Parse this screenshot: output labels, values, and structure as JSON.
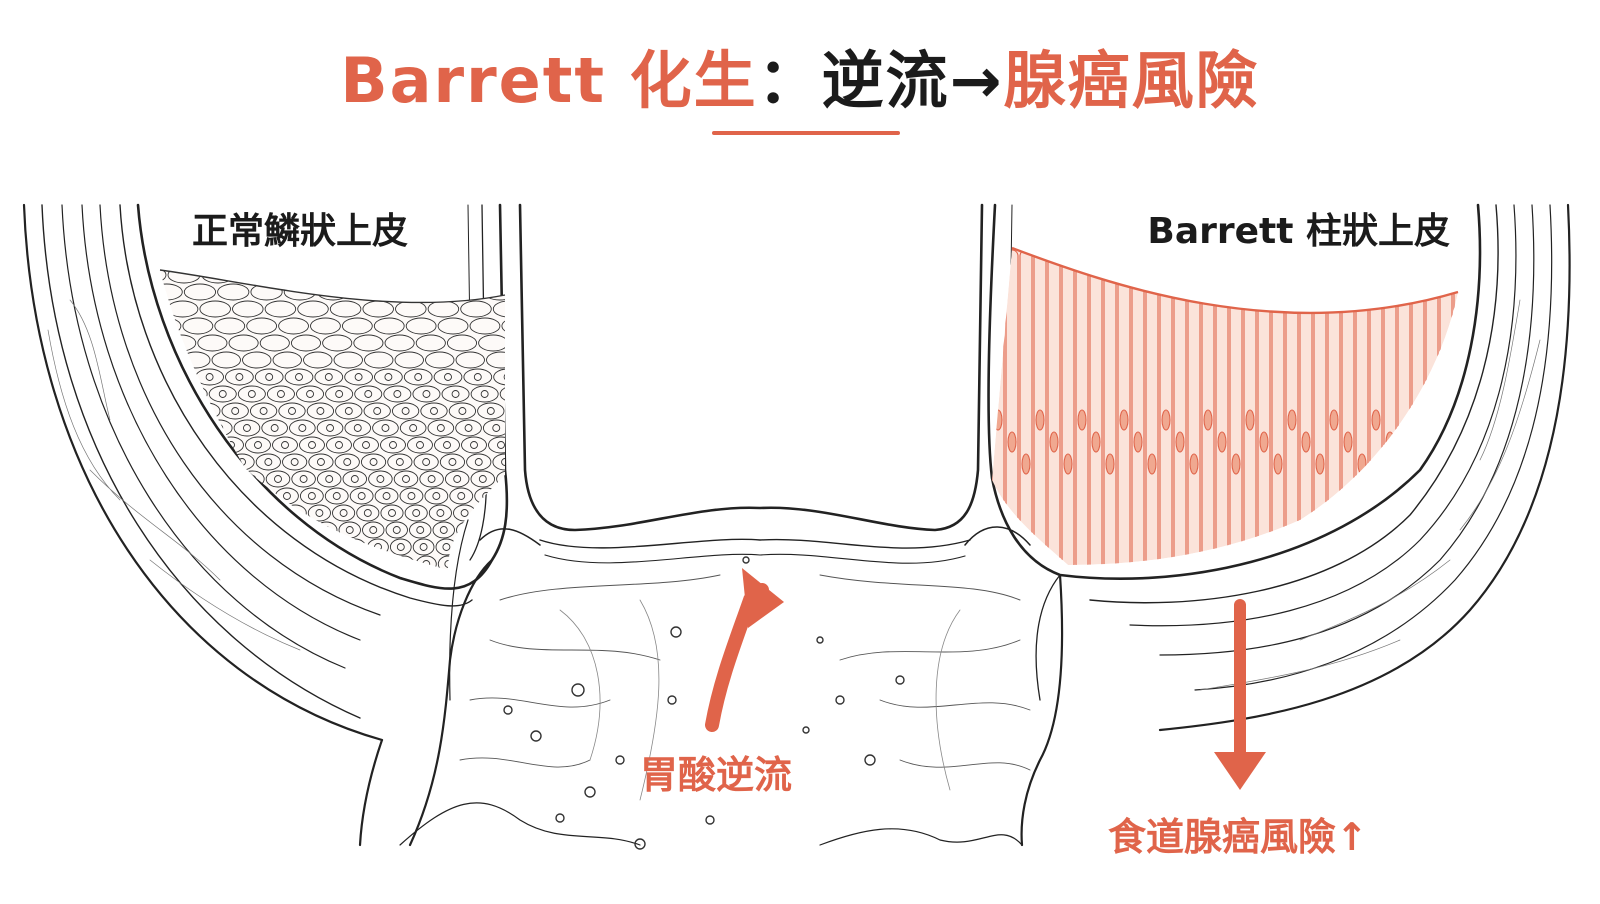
{
  "title": {
    "part1": "Barrett 化生",
    "separator": "：",
    "part2": "逆流→",
    "part3": "腺癌風險"
  },
  "labels": {
    "normal_epithelium": "正常鱗狀上皮",
    "barrett_epithelium": "Barrett 柱狀上皮",
    "acid_reflux": "胃酸逆流",
    "cancer_risk": "食道腺癌風險↑"
  },
  "colors": {
    "accent": "#e0644a",
    "text": "#1b1b1b",
    "line": "#222222",
    "columnar_fill": "#fbe3da"
  }
}
